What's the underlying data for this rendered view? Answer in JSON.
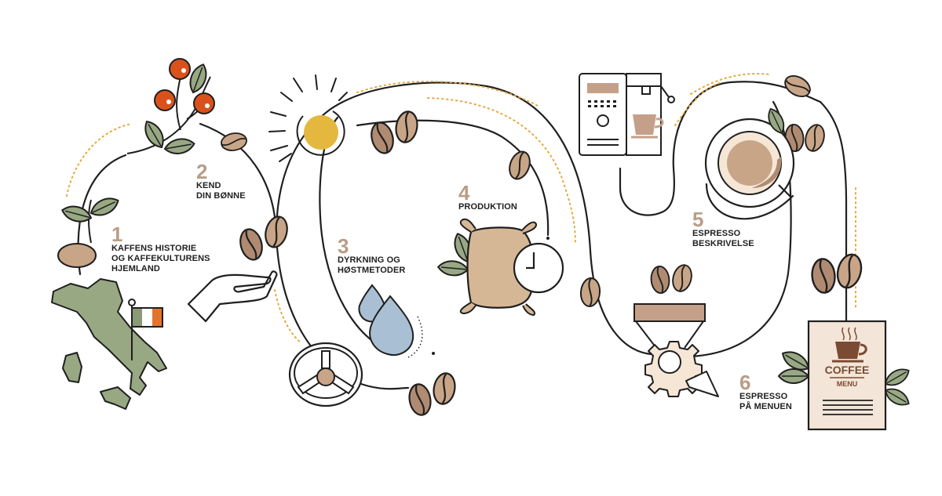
{
  "steps": [
    {
      "number": "1",
      "lines": [
        "KAFFENS HISTORIE",
        "OG KAFFEKULTURENS",
        "HJEMLAND"
      ]
    },
    {
      "number": "2",
      "lines": [
        "KEND",
        "DIN BØNNE"
      ]
    },
    {
      "number": "3",
      "lines": [
        "DYRKNING OG",
        "HØSTMETODER"
      ]
    },
    {
      "number": "4",
      "lines": [
        "PRODUKTION"
      ]
    },
    {
      "number": "5",
      "lines": [
        "ESPRESSO",
        "BESKRIVELSE"
      ]
    },
    {
      "number": "6",
      "lines": [
        "ESPRESSO",
        "PÅ MENUEN"
      ]
    }
  ],
  "menu_card": {
    "title": "COFFEE",
    "subtitle": "MENU"
  },
  "colors": {
    "line": "#1f1f1f",
    "bean": "#c9a587",
    "bean_dark": "#b08b72",
    "leaf": "#98a883",
    "berry": "#d9521c",
    "sun": "#e4b83f",
    "sack": "#d6b795",
    "water": "#a9bfd3",
    "accent_dots": "#e4a93f",
    "number": "#b99d86",
    "menu_bg": "#f3e6d8",
    "hopper": "#c5a089",
    "flag_green": "#8a9a76",
    "flag_orange": "#e2752d"
  },
  "icons": [
    "coffee-plant-icon",
    "coffee-branch-icon",
    "hand-icon",
    "sun-icon",
    "grinder-icon",
    "water-drops-icon",
    "coffee-sack-icon",
    "clock-icon",
    "espresso-machine-icon",
    "coffee-cup-icon",
    "grinder-hopper-icon",
    "menu-card-icon",
    "italy-map-icon",
    "italy-flag-icon"
  ]
}
